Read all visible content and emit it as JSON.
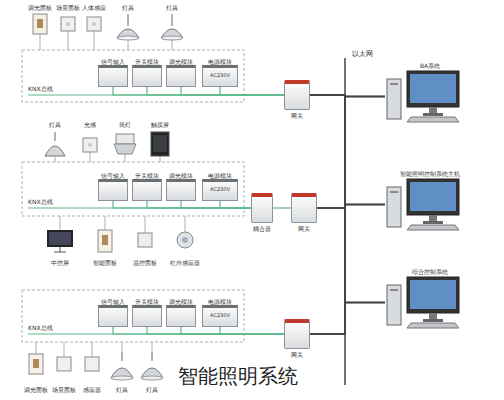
{
  "diagram": {
    "caption": "智能照明系统",
    "nodes": [
      {
        "text": [
          "BA系统"
        ]
      },
      {
        "text": [
          "智能照明控制系统主机"
        ]
      },
      {
        "text": [
          "综合控制系统"
        ]
      },
      {
        "text": [
          "网关"
        ]
      },
      {
        "text": [
          "耦合器"
        ]
      },
      {
        "text": [
          "网关"
        ]
      },
      {
        "text": [
          "网关"
        ]
      },
      {
        "text": [
          "信号输入"
        ]
      },
      {
        "text": [
          "开关模块"
        ]
      },
      {
        "text": [
          "调光模块"
        ]
      },
      {
        "text": [
          "电源模块",
          "AC230V"
        ]
      },
      {
        "text": [
          "信号输入"
        ]
      },
      {
        "text": [
          "开关模块"
        ]
      },
      {
        "text": [
          "调光模块"
        ]
      },
      {
        "text": [
          "电源模块",
          "AC230V"
        ]
      },
      {
        "text": [
          "信号输入"
        ]
      },
      {
        "text": [
          "开关模块"
        ]
      },
      {
        "text": [
          "调光模块"
        ]
      },
      {
        "text": [
          "电源模块",
          "AC230V"
        ]
      }
    ],
    "edges": [
      {
        "from": 3,
        "to": 0,
        "arrow": "none"
      },
      {
        "from": 3,
        "to": 1,
        "arrow": "none"
      },
      {
        "from": 3,
        "to": 2,
        "arrow": "none"
      },
      {
        "from": 5,
        "to": 0,
        "arrow": "none"
      },
      {
        "from": 5,
        "to": 1,
        "arrow": "none"
      },
      {
        "from": 5,
        "to": 2,
        "arrow": "none"
      },
      {
        "from": 6,
        "to": 0,
        "arrow": "none"
      },
      {
        "from": 6,
        "to": 1,
        "arrow": "none"
      },
      {
        "from": 6,
        "to": 2,
        "arrow": "none"
      },
      {
        "from": 7,
        "to": 3,
        "arrow": "none"
      },
      {
        "from": 8,
        "to": 3,
        "arrow": "none"
      },
      {
        "from": 9,
        "to": 3,
        "arrow": "none"
      },
      {
        "from": 10,
        "to": 3,
        "arrow": "none"
      },
      {
        "from": 11,
        "to": 4,
        "arrow": "none"
      },
      {
        "from": 12,
        "to": 4,
        "arrow": "none"
      },
      {
        "from": 13,
        "to": 4,
        "arrow": "none"
      },
      {
        "from": 14,
        "to": 4,
        "arrow": "none"
      },
      {
        "from": 4,
        "to": 5,
        "arrow": "none"
      },
      {
        "from": 15,
        "to": 6,
        "arrow": "none"
      },
      {
        "from": 16,
        "to": 6,
        "arrow": "none"
      },
      {
        "from": 17,
        "to": 6,
        "arrow": "none"
      },
      {
        "from": 18,
        "to": 6,
        "arrow": "none"
      }
    ],
    "labels": [
      "调光面板",
      "场景面板",
      "人体感应",
      "灯具",
      "灯具",
      "以太网",
      "KNX总线",
      "灯具",
      "光感",
      "筒灯",
      "触摸屏",
      "KNX总线",
      "中控屏",
      "智能面板",
      "温控面板",
      "红外感应器",
      "KNX总线",
      "调光面板",
      "场景面板",
      "感应器",
      "灯具",
      "灯具"
    ]
  }
}
